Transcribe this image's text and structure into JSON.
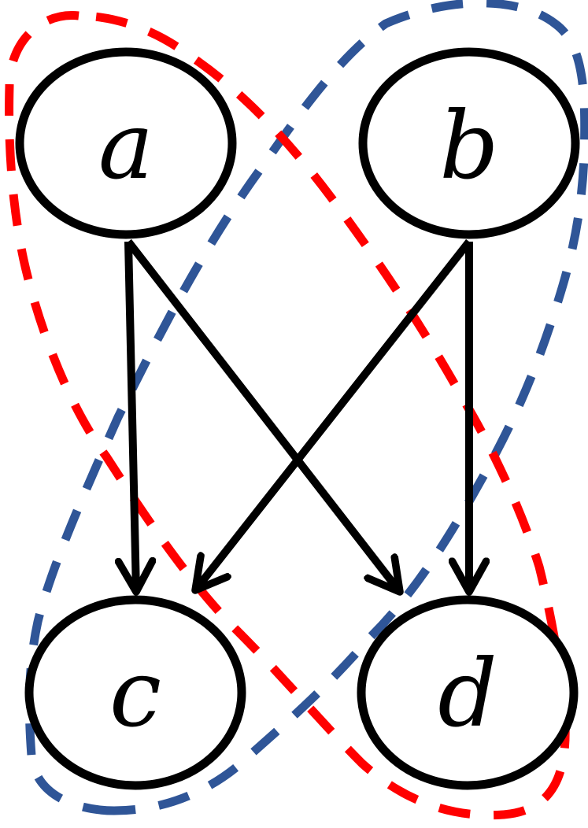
{
  "diagram": {
    "nodes": {
      "a": {
        "label": "a"
      },
      "b": {
        "label": "b"
      },
      "c": {
        "label": "c"
      },
      "d": {
        "label": "d"
      }
    },
    "edges": [
      {
        "from": "a",
        "to": "c"
      },
      {
        "from": "a",
        "to": "d"
      },
      {
        "from": "b",
        "to": "c"
      },
      {
        "from": "b",
        "to": "d"
      }
    ],
    "groups": [
      {
        "members": [
          "a",
          "d"
        ],
        "color": "#ff0000",
        "style": "dashed"
      },
      {
        "members": [
          "b",
          "c"
        ],
        "color": "#2f5597",
        "style": "dashed"
      }
    ],
    "colors": {
      "node_stroke": "#000000",
      "edge": "#000000",
      "background": "#ffffff"
    }
  }
}
